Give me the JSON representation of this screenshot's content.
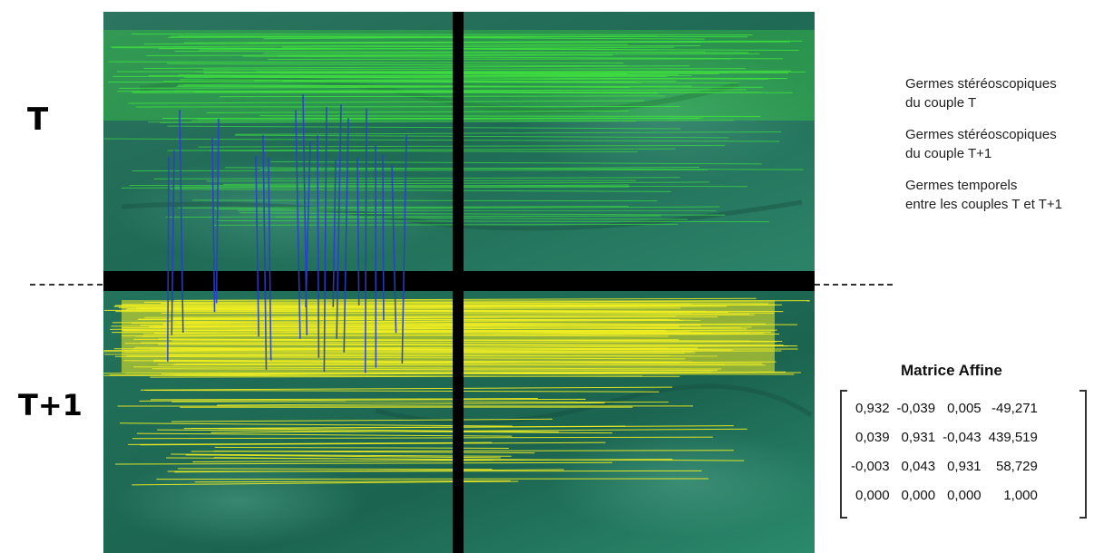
{
  "labels": {
    "top": "T",
    "bottom": "T+1"
  },
  "legend": [
    {
      "line1": "Germes stéréoscopiques",
      "line2": "du couple T",
      "color": "#3fdc3f",
      "icon": "green-line-with-dot-ends"
    },
    {
      "line1": "Germes stéréoscopiques",
      "line2": "du couple T+1",
      "color": "#f2ef22",
      "icon": "yellow-line-with-dot-ends"
    },
    {
      "line1": "Germes temporels",
      "line2": "entre les couples T et T+1",
      "color": "#2a3fd0",
      "icon": "blue-line"
    }
  ],
  "matrix": {
    "title": "Matrice Affine",
    "rows": [
      [
        "0,932",
        "-0,039",
        "0,005",
        "-49,271"
      ],
      [
        "0,039",
        "0,931",
        "-0,043",
        "439,519"
      ],
      [
        "-0,003",
        "0,043",
        "0,931",
        "58,729"
      ],
      [
        "0,000",
        "0,000",
        "0,000",
        "1,000"
      ]
    ]
  }
}
